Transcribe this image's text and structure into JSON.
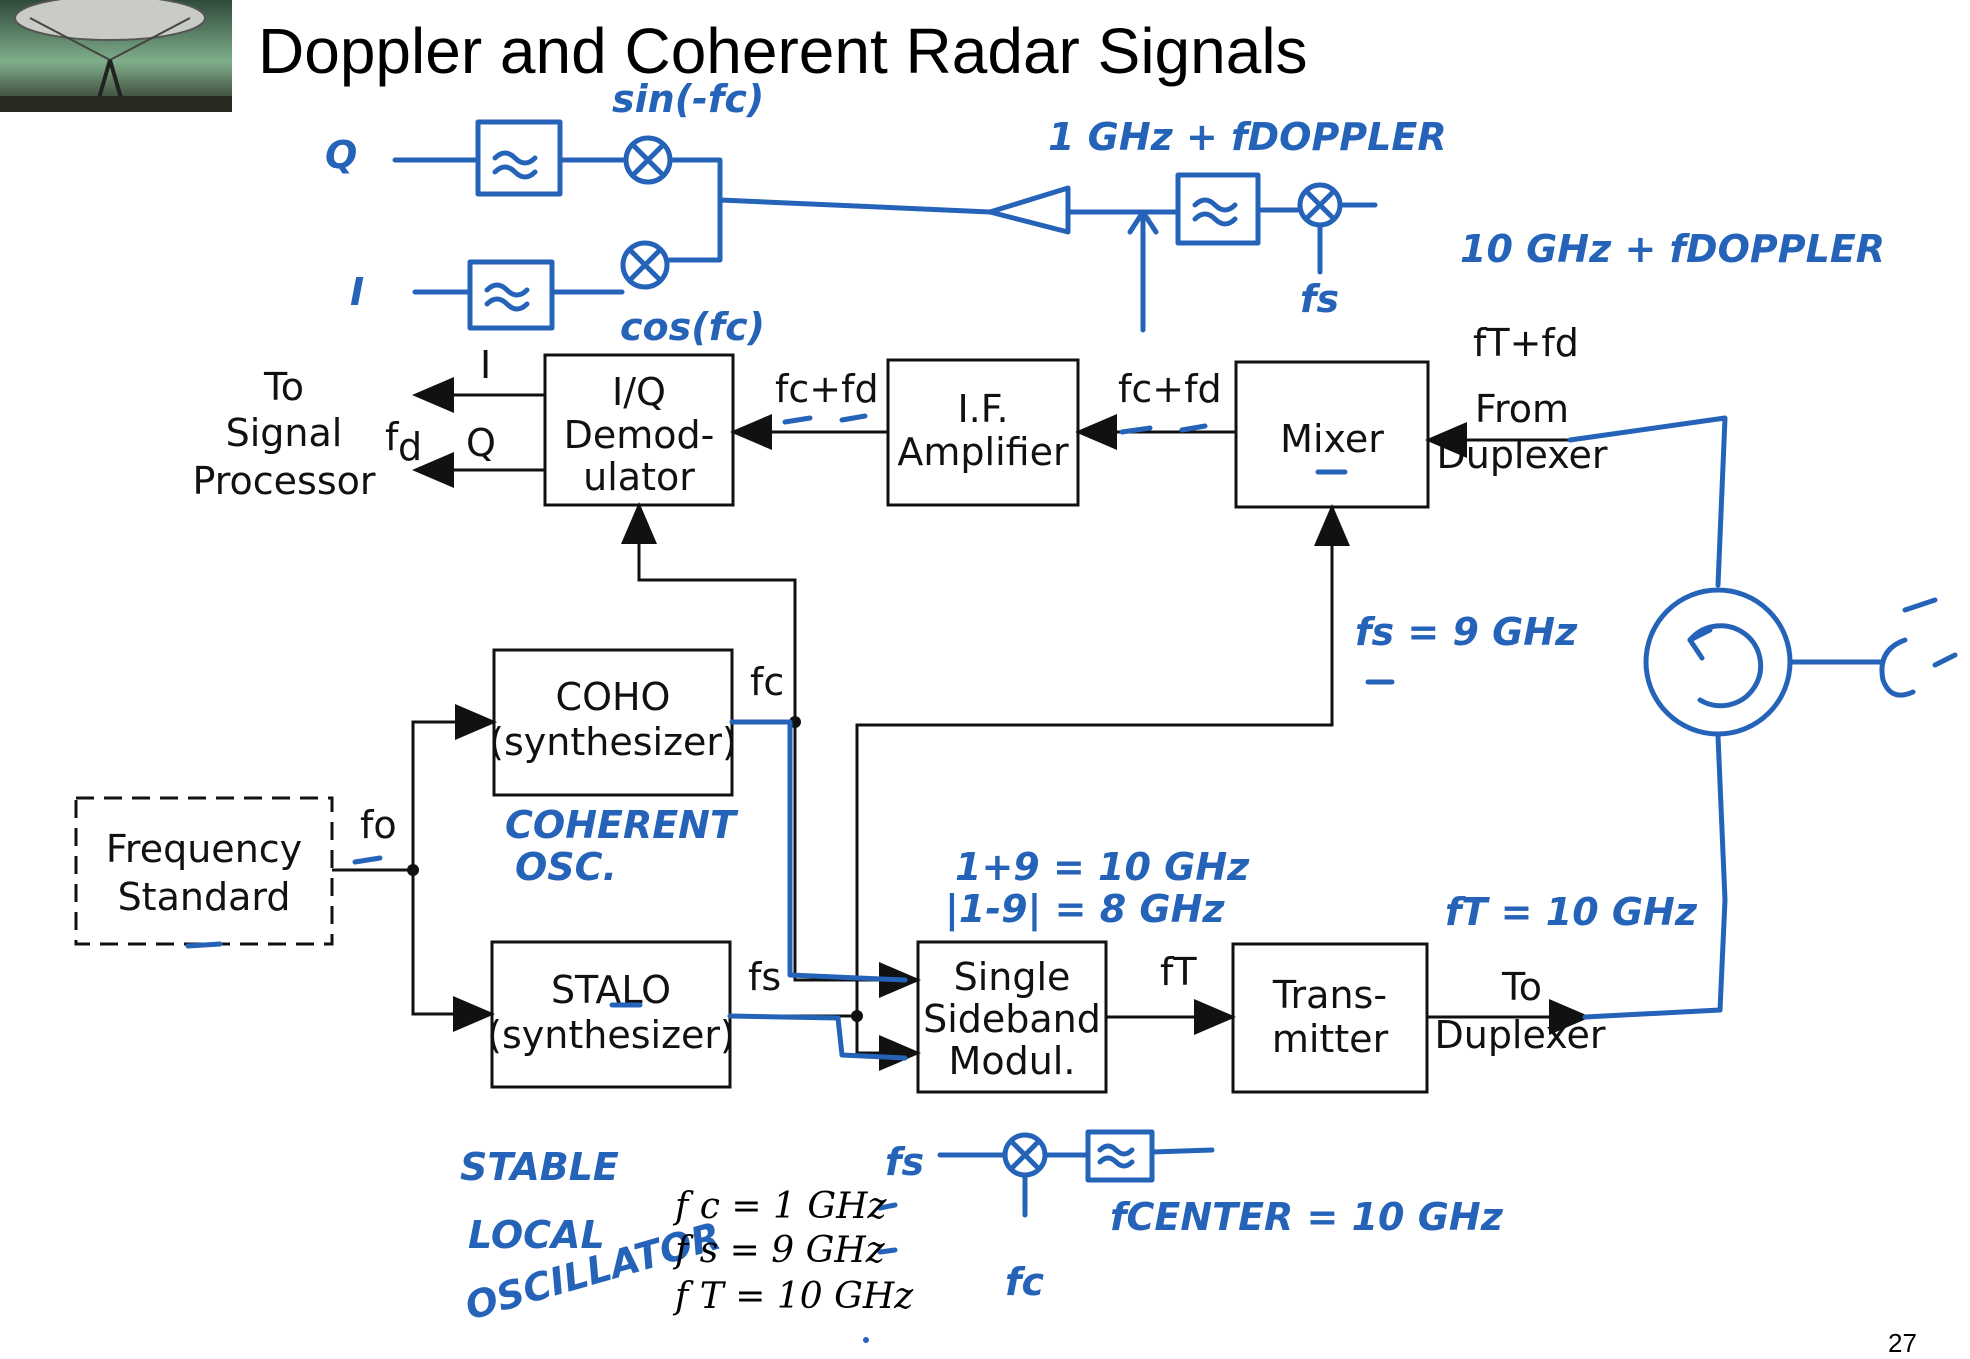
{
  "slide": {
    "title": "Doppler and Coherent Radar Signals",
    "page_number": "27"
  },
  "blocks": {
    "iq_demod": [
      "I/Q",
      "Demod-",
      "ulator"
    ],
    "if_amp": [
      "I.F.",
      "Amplifier"
    ],
    "mixer": [
      "Mixer"
    ],
    "coho": [
      "COHO",
      "(synthesizer)"
    ],
    "stalo": [
      "STALO",
      "(synthesizer)"
    ],
    "freq_std": [
      "Frequency",
      "Standard"
    ],
    "ssb": [
      "Single",
      "Sideband",
      "Modul."
    ],
    "transmitter": [
      "Trans-",
      "mitter"
    ]
  },
  "labels": {
    "to_signal_processor": [
      "To",
      "Signal",
      "Processor"
    ],
    "out_i": "I",
    "out_q": "Q",
    "out_fd": "f",
    "out_fd_sub": "d",
    "fc_plus_fd_1": "fc+fd",
    "fc_plus_fd_2": "fc+fd",
    "ft_plus_fd": "fT+fd",
    "from_duplexer": [
      "From",
      "Duplexer"
    ],
    "to_duplexer": [
      "To",
      "Duplexer"
    ],
    "fc": "fc",
    "fs": "fs",
    "fo": "fo",
    "ft": "fT"
  },
  "annotations": {
    "q": "Q",
    "i": "I",
    "sin": "sin(-fc)",
    "cos": "cos(fc)",
    "if_freq": "1 GHz + fDOPPLER",
    "rf_freq": "10 GHz + fDOPPLER",
    "fs_small": "fs",
    "fs_9ghz": "fs = 9 GHz",
    "coherent_osc": [
      "COHERENT",
      "OSC."
    ],
    "sum": "1+9 = 10 GHz",
    "diff": "|1-9| = 8 GHz",
    "ft_10ghz": "fT = 10 GHz",
    "stable_local_osc": [
      "STABLE",
      "LOCAL",
      "OSCILLATOR"
    ],
    "fs_bottom": "fs",
    "fc_bottom": "fc",
    "fcenter": "fCENTER = 10 GHz"
  },
  "equations": [
    "f c = 1 GHz",
    "f s = 9 GHz",
    "f T = 10 GHz"
  ],
  "colors": {
    "ink": "#2563b8",
    "line": "#111111"
  }
}
